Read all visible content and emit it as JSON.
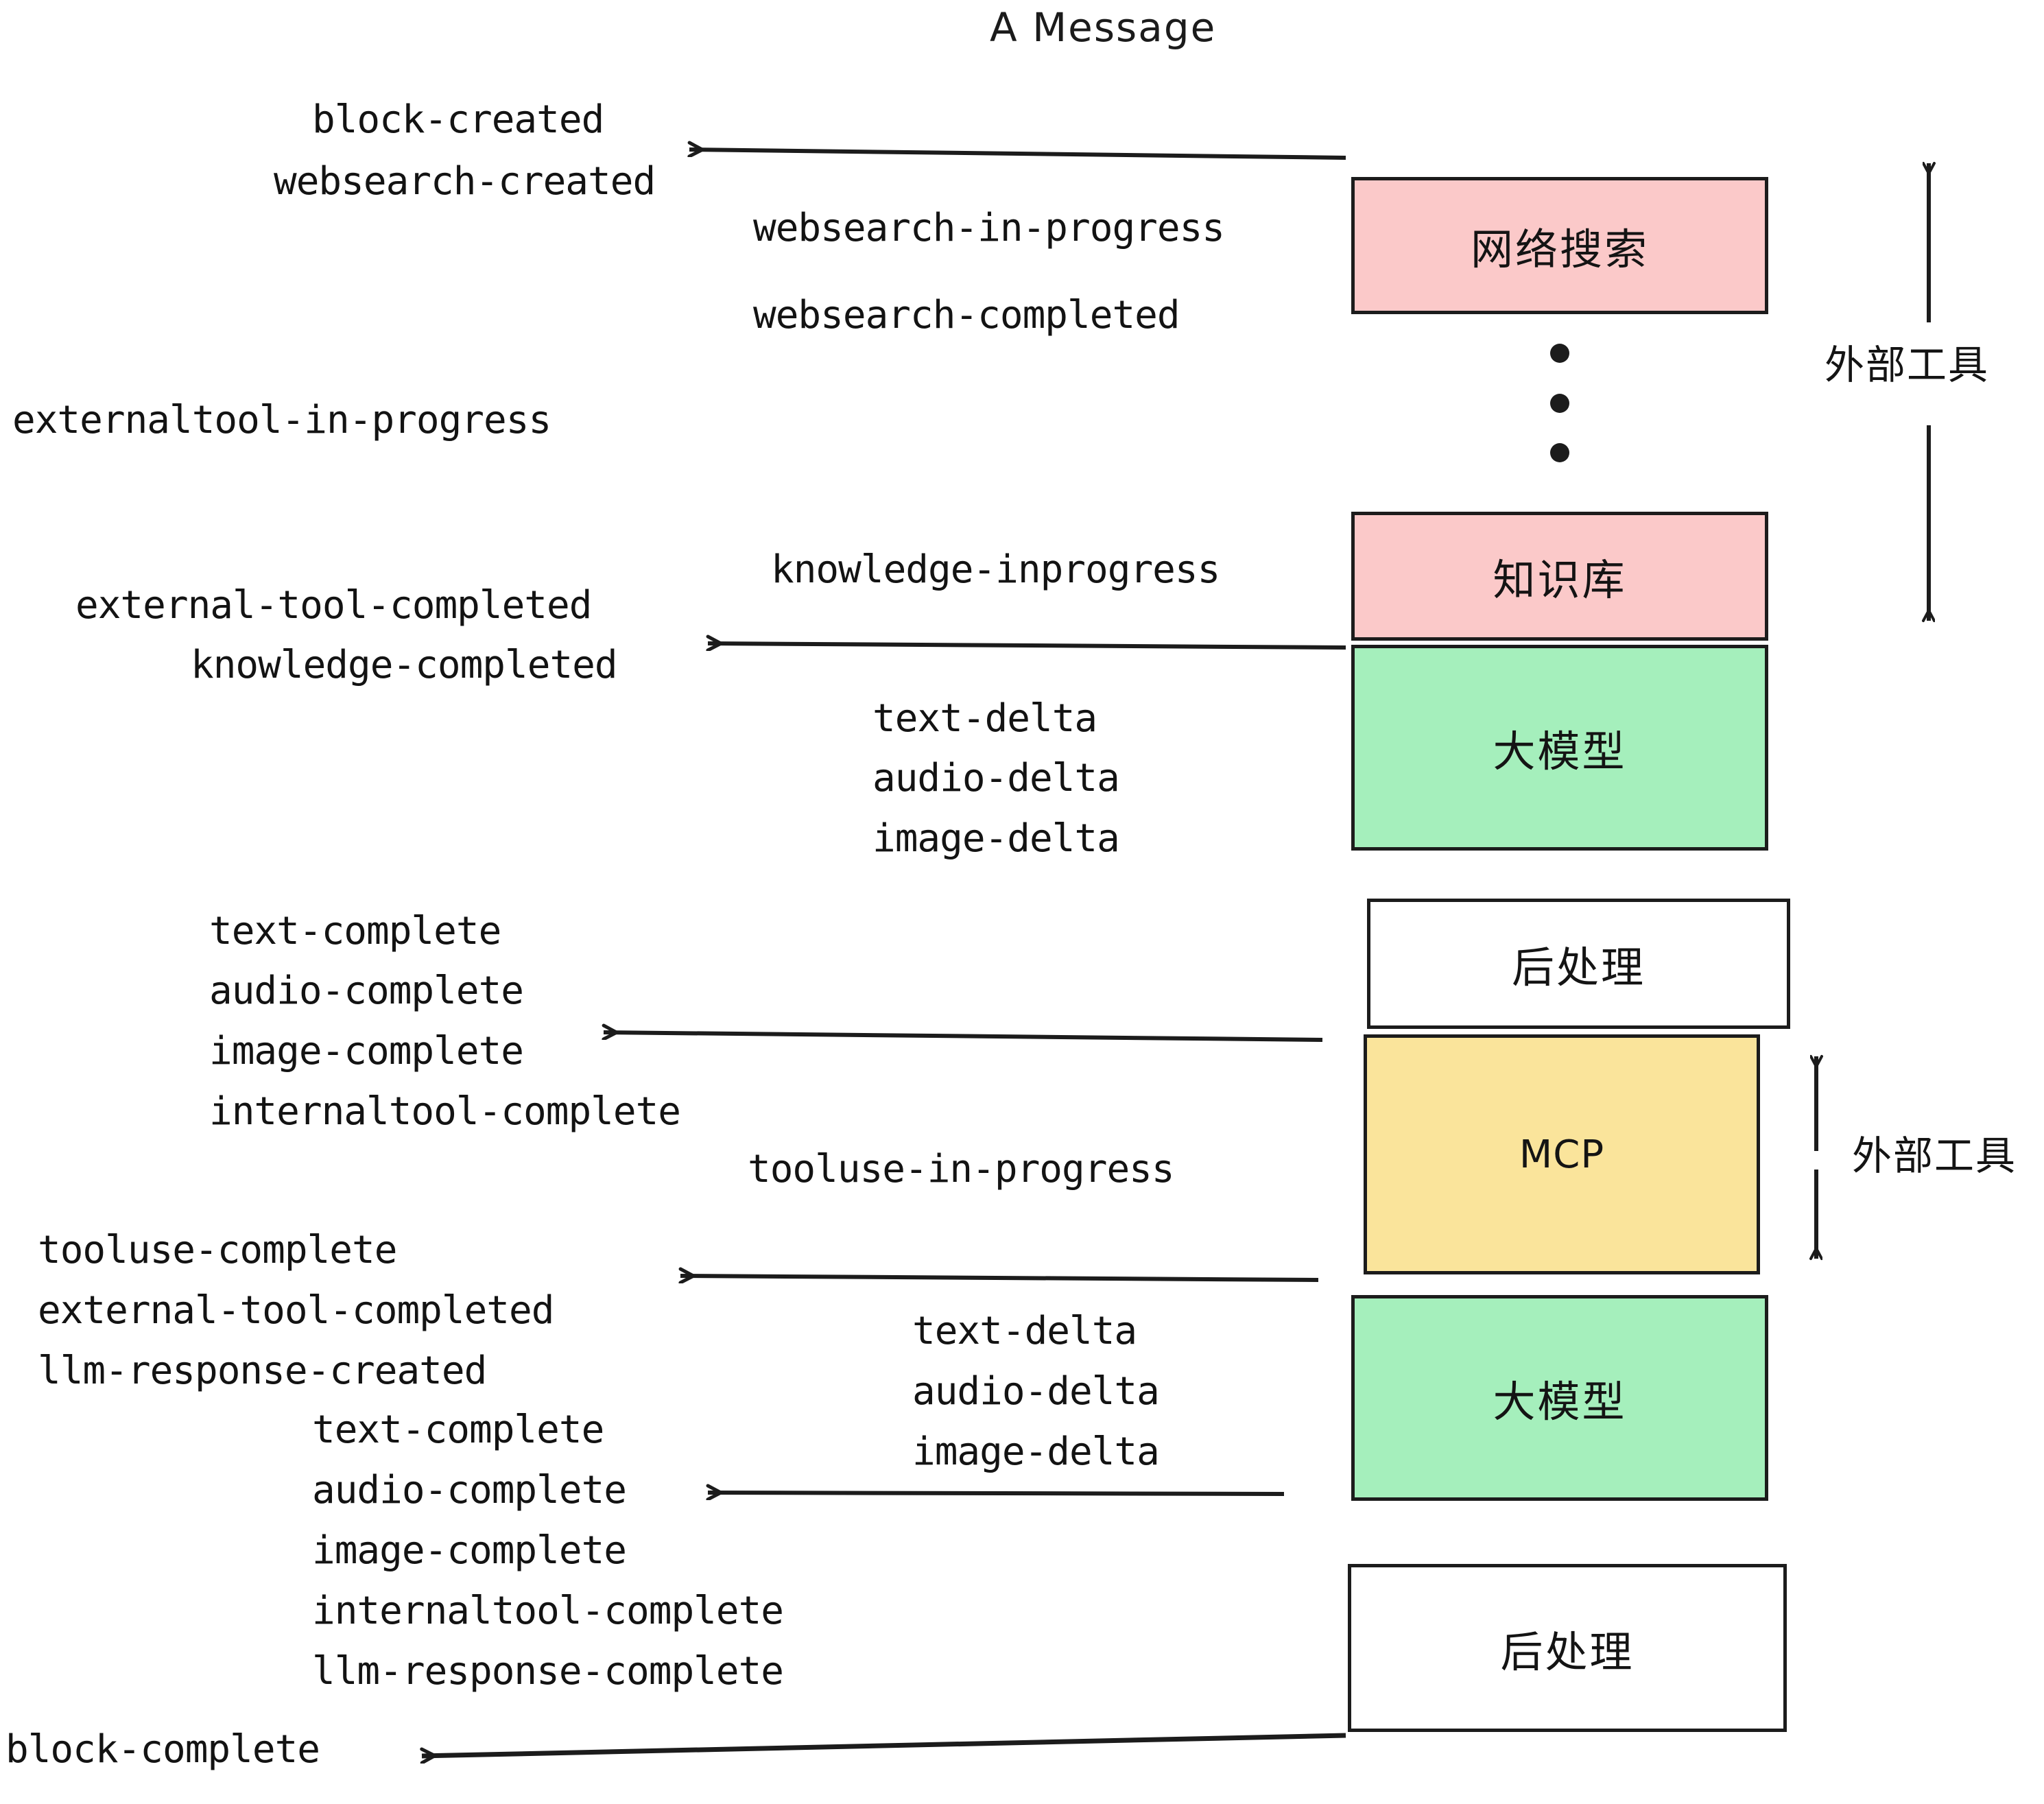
{
  "diagram": {
    "title": "A Message",
    "background": "#ffffff",
    "ink": "#1c1c1c",
    "colors": {
      "tool_pink": "#FBC9C9",
      "llm_green": "#A5EFBC",
      "mcp_yellow": "#FAE49B",
      "postprocess_white": "#ffffff",
      "stroke": "#1c1c1c",
      "text": "#131313"
    }
  },
  "nodes": [
    {
      "id": "websearch",
      "label": "网络搜索",
      "kind": "external-tool",
      "color": "#FBC9C9"
    },
    {
      "id": "knowledge",
      "label": "知识库",
      "kind": "external-tool",
      "color": "#FBC9C9"
    },
    {
      "id": "llm_top",
      "label": "大模型",
      "kind": "llm",
      "color": "#A5EFBC"
    },
    {
      "id": "postprocess_top",
      "label": "后处理",
      "kind": "postprocess",
      "color": "#ffffff"
    },
    {
      "id": "mcp",
      "label": "MCP",
      "kind": "external-tool",
      "color": "#FAE49B"
    },
    {
      "id": "llm_bottom",
      "label": "大模型",
      "kind": "llm",
      "color": "#A5EFBC"
    },
    {
      "id": "postprocess_bottom",
      "label": "后处理",
      "kind": "postprocess",
      "color": "#ffffff"
    }
  ],
  "side_labels": [
    {
      "id": "external-tool-top",
      "text": "外部工具"
    },
    {
      "id": "external-tool-bottom",
      "text": "外部工具"
    }
  ],
  "events": {
    "block_created": "block-created",
    "websearch_created": "websearch-created",
    "websearch_in_progress": "websearch-in-progress",
    "websearch_completed": "websearch-completed",
    "externaltool_in_progress": "externaltool-in-progress",
    "knowledge_inprogress": "knowledge-inprogress",
    "external_tool_completed_1": "external-tool-completed",
    "knowledge_completed": "knowledge-completed",
    "text_delta_1": "text-delta",
    "audio_delta_1": "audio-delta",
    "image_delta_1": "image-delta",
    "text_complete_1": "text-complete",
    "audio_complete_1": "audio-complete",
    "image_complete_1": "image-complete",
    "internaltool_complete_1": "internaltool-complete",
    "tooluse_in_progress": "tooluse-in-progress",
    "tooluse_complete": "tooluse-complete",
    "external_tool_completed_2": "external-tool-completed",
    "llm_response_created": "llm-response-created",
    "text_delta_2": "text-delta",
    "audio_delta_2": "audio-delta",
    "image_delta_2": "image-delta",
    "text_complete_2": "text-complete",
    "audio_complete_2": "audio-complete",
    "image_complete_2": "image-complete",
    "internaltool_complete_2": "internaltool-complete",
    "llm_response_complete": "llm-response-complete",
    "block_complete": "block-complete"
  },
  "ellipsis": {
    "dots": 3,
    "meaning": "more external tools"
  }
}
